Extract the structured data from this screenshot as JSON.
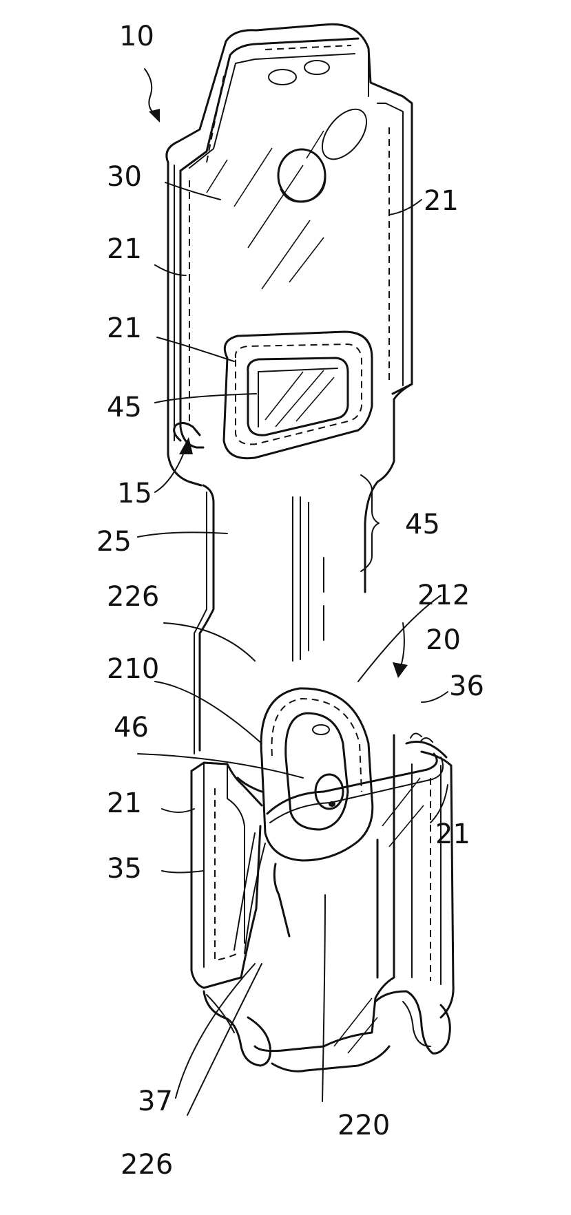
{
  "figure": {
    "labels": {
      "r10": "10",
      "r30": "30",
      "r21_left_upper": "21",
      "r21_right_upper": "21",
      "r21_window": "21",
      "r45_window": "45",
      "r15": "15",
      "r45_neck": "45",
      "r25": "25",
      "r226_top": "226",
      "r212": "212",
      "r20": "20",
      "r210": "210",
      "r36": "36",
      "r46": "46",
      "r21_left_lower": "21",
      "r21_right_lower": "21",
      "r35": "35",
      "r37": "37",
      "r220": "220",
      "r226_bottom": "226"
    }
  }
}
